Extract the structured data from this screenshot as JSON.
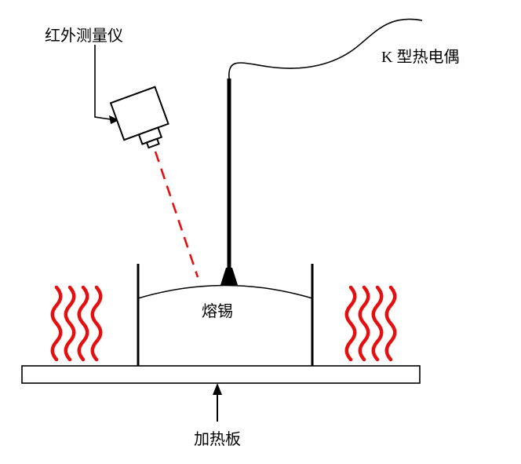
{
  "diagram": {
    "labels": {
      "infrared_meter": "红外测量仪",
      "thermocouple": "K 型热电偶",
      "molten_solder": "熔锡",
      "heating_plate": "加热板"
    },
    "colors": {
      "heat_red": "#e60f0f",
      "line_black": "#000000",
      "background": "#ffffff"
    }
  }
}
